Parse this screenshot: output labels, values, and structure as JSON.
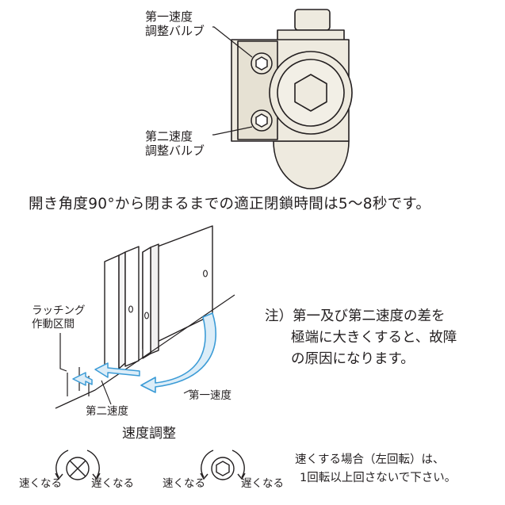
{
  "top_figure": {
    "valve1_label": [
      "第一速度",
      "調整バルブ"
    ],
    "valve2_label": [
      "第二速度",
      "調整バルブ"
    ]
  },
  "heading": "開き角度90°から閉まるまでの適正閉鎖時間は5〜8秒です。",
  "door_figure": {
    "latching_label": [
      "ラッチング",
      "作動区間"
    ],
    "speed1_label": "第一速度",
    "speed2_label": "第二速度",
    "caption": "速度調整"
  },
  "note": {
    "prefix": "注）",
    "lines": [
      "第一及び第二速度の差を",
      "極端に大きくすると、故障",
      "の原因になります。"
    ]
  },
  "rotation": {
    "faster": "速くなる",
    "slower": "遅くなる",
    "caution_lines": [
      "速くする場合（左回転）は、",
      "1回転以上回さないで下さい。"
    ]
  },
  "colors": {
    "line": "#231f20",
    "body_fill": "#eeeadf",
    "arrow_fill": "#dcedf8",
    "arrow_stroke": "#3b9bd6"
  }
}
